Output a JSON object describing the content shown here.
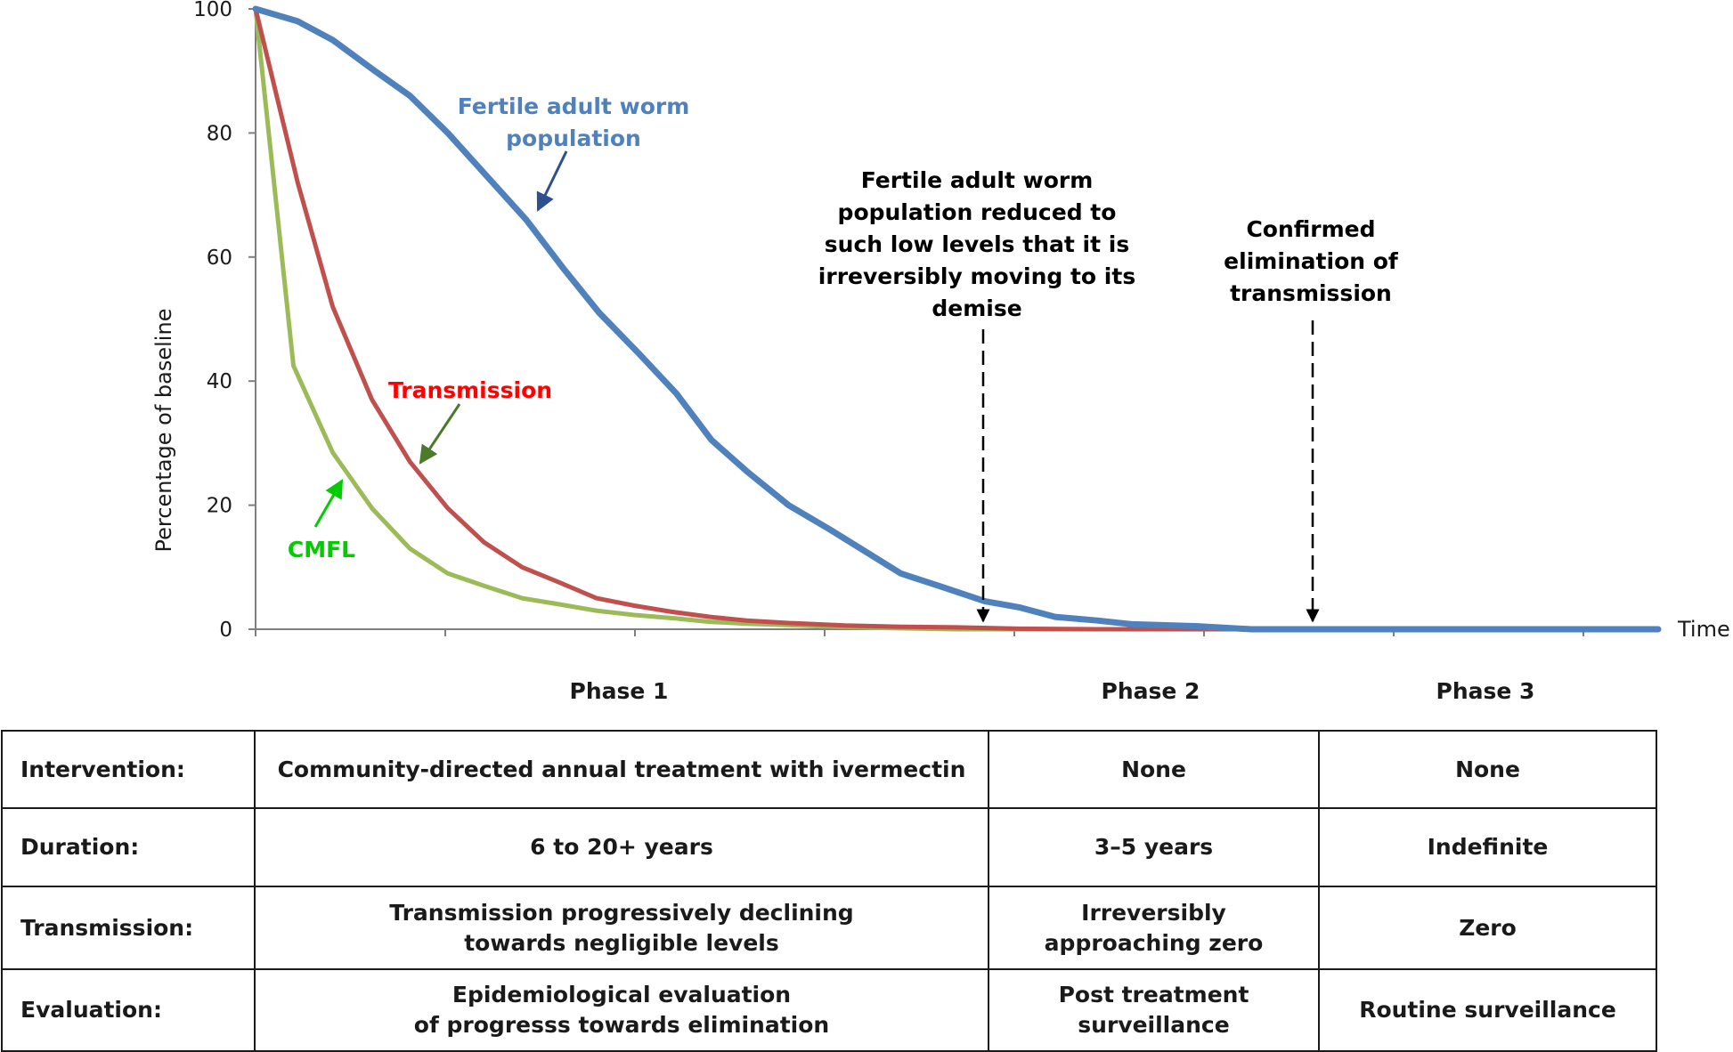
{
  "chart_data": {
    "type": "line",
    "x_axis_label": "Time",
    "y_axis_label": "Percentage of baseline",
    "ylim": [
      0,
      100
    ],
    "y_ticks": [
      0,
      20,
      40,
      60,
      80,
      100
    ],
    "x_ticks_unlabeled": true,
    "grid": false,
    "series": [
      {
        "name": "Fertile adult worm population",
        "color": "#4f81bd",
        "points": [
          [
            0,
            100
          ],
          [
            0.03,
            98
          ],
          [
            0.055,
            95
          ],
          [
            0.085,
            90
          ],
          [
            0.11,
            86
          ],
          [
            0.137,
            80
          ],
          [
            0.165,
            73
          ],
          [
            0.193,
            66
          ],
          [
            0.22,
            58
          ],
          [
            0.245,
            51
          ],
          [
            0.273,
            44.5
          ],
          [
            0.3,
            38
          ],
          [
            0.325,
            30.5
          ],
          [
            0.35,
            25.5
          ],
          [
            0.38,
            20
          ],
          [
            0.41,
            16
          ],
          [
            0.435,
            12.5
          ],
          [
            0.46,
            9
          ],
          [
            0.487,
            7
          ],
          [
            0.52,
            4.5
          ],
          [
            0.545,
            3.5
          ],
          [
            0.57,
            2
          ],
          [
            0.6,
            1.4
          ],
          [
            0.625,
            0.8
          ],
          [
            0.67,
            0.5
          ],
          [
            0.71,
            0
          ],
          [
            1,
            0
          ]
        ]
      },
      {
        "name": "Transmission",
        "color": "#c0504d",
        "points": [
          [
            0,
            100
          ],
          [
            0.03,
            72
          ],
          [
            0.055,
            52
          ],
          [
            0.083,
            37
          ],
          [
            0.11,
            27
          ],
          [
            0.137,
            19.5
          ],
          [
            0.163,
            14
          ],
          [
            0.19,
            10
          ],
          [
            0.217,
            7.5
          ],
          [
            0.243,
            5
          ],
          [
            0.27,
            3.8
          ],
          [
            0.297,
            2.8
          ],
          [
            0.324,
            2
          ],
          [
            0.35,
            1.4
          ],
          [
            0.38,
            1
          ],
          [
            0.42,
            0.6
          ],
          [
            0.46,
            0.4
          ],
          [
            0.5,
            0.3
          ],
          [
            0.54,
            0.1
          ],
          [
            0.6,
            0
          ],
          [
            1,
            0
          ]
        ]
      },
      {
        "name": "CMFL",
        "color": "#9bbb59",
        "points": [
          [
            0,
            100
          ],
          [
            0.027,
            42.5
          ],
          [
            0.055,
            28.5
          ],
          [
            0.083,
            19.5
          ],
          [
            0.11,
            13
          ],
          [
            0.137,
            9
          ],
          [
            0.163,
            7
          ],
          [
            0.19,
            5
          ],
          [
            0.217,
            4
          ],
          [
            0.243,
            3
          ],
          [
            0.27,
            2.3
          ],
          [
            0.297,
            1.8
          ],
          [
            0.324,
            1.2
          ],
          [
            0.35,
            0.9
          ],
          [
            0.4,
            0.5
          ],
          [
            0.45,
            0.2
          ],
          [
            0.5,
            0
          ],
          [
            0.6,
            0
          ]
        ]
      }
    ],
    "annotations": [
      {
        "lines": [
          "Fertile adult worm",
          "population"
        ],
        "color": "#4f81bd"
      },
      {
        "lines": [
          "Transmission"
        ],
        "color": "#ff0000"
      },
      {
        "lines": [
          "CMFL"
        ],
        "color": "#00cc00"
      },
      {
        "lines": [
          "Fertile adult worm",
          "population reduced to",
          "such low levels that it is",
          "irreversibly moving to its",
          "demise"
        ],
        "color": "#000000"
      },
      {
        "lines": [
          "Confirmed",
          "elimination of",
          "transmission"
        ],
        "color": "#000000"
      }
    ]
  },
  "phases": [
    "Phase 1",
    "Phase 2",
    "Phase 3"
  ],
  "table": {
    "rows": [
      {
        "label": "Intervention:",
        "cells": [
          "Community-directed annual treatment with ivermectin",
          "None",
          "None"
        ]
      },
      {
        "label": "Duration:",
        "cells": [
          "6 to 20+ years",
          "3–5 years",
          "Indefinite"
        ]
      },
      {
        "label": "Transmission:",
        "cells": [
          "Transmission progressively declining\ntowards negligible levels",
          "Irreversibly\napproaching zero",
          "Zero"
        ]
      },
      {
        "label": "Evaluation:",
        "cells": [
          "Epidemiological evaluation\nof progresss towards elimination",
          "Post treatment\nsurveillance",
          "Routine surveillance"
        ]
      }
    ]
  }
}
